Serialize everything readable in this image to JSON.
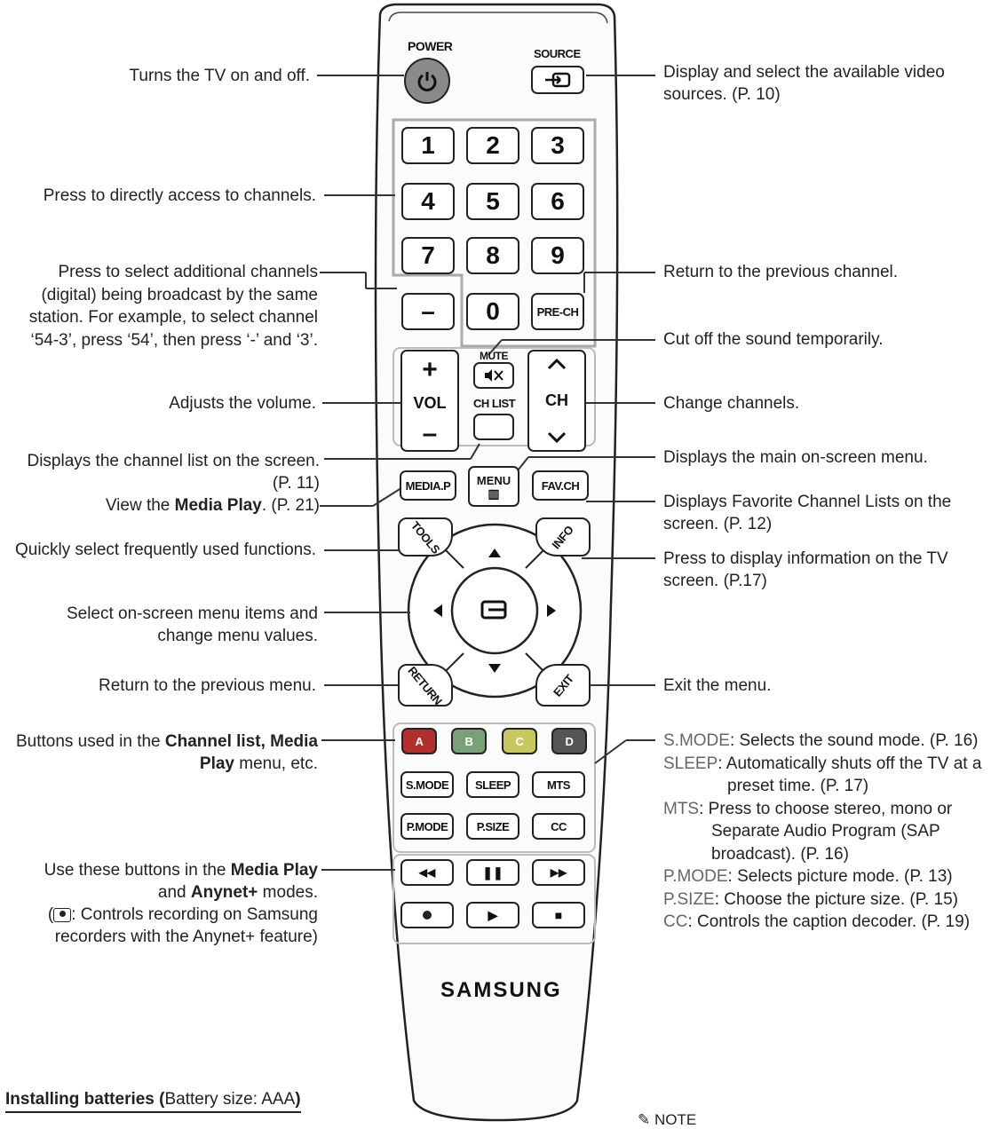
{
  "left_captions": {
    "power": "Turns the TV on and off.",
    "numbers": "Press to directly access to channels.",
    "dash_1": "Press to select additional channels",
    "dash_2": "(digital) being broadcast by the same",
    "dash_3": "station. For example, to select channel",
    "dash_4": "‘54-3’, press ‘54’, then press ‘-’ and ‘3’.",
    "volume": "Adjusts the volume.",
    "chlist_1": "Displays the channel list on the screen.",
    "chlist_2": "(P. 11)",
    "media_pre": "View the ",
    "media_bold": "Media Play",
    "media_post": ". (P. 21)",
    "tools": "Quickly select frequently used functions.",
    "arrows_1": "Select on-screen menu items and",
    "arrows_2": "change menu values.",
    "return": "Return to the previous menu.",
    "color_pre": "Buttons used in the ",
    "color_bold": "Channel list, Media",
    "color_bold2": "Play",
    "color_post": " menu, etc.",
    "play_pre": "Use these buttons in the ",
    "play_bold": "Media Play",
    "play_and": "and ",
    "play_bold2": "Anynet+",
    "play_post": " modes.",
    "rec_1_pre": "(",
    "rec_1_post": ": Controls recording on Samsung",
    "rec_2": "recorders with the Anynet+ feature)"
  },
  "right_captions": {
    "source_1": "Display and select the available video",
    "source_2": "sources. (P. 10)",
    "prech": "Return to the previous channel.",
    "mute": "Cut off the sound temporarily.",
    "channel": "Change channels.",
    "menu": "Displays the main on-screen menu.",
    "favch_1": "Displays Favorite Channel Lists on the",
    "favch_2": "screen. (P. 12)",
    "info_1": "Press to display information on the TV",
    "info_2": "screen. (P.17)",
    "exit": "Exit the menu.",
    "smode_k": "S.MODE",
    "smode_v": ": Selects the sound mode. (P. 16)",
    "sleep_k": "SLEEP",
    "sleep_v1": ": Automatically shuts off the TV at a",
    "sleep_v2": "preset time. (P. 17)",
    "mts_k": "MTS",
    "mts_v1": ": Press to choose stereo, mono or",
    "mts_v2": "Separate Audio Program (SAP",
    "mts_v3": "broadcast). (P. 16)",
    "pmode_k": "P.MODE",
    "pmode_v": ": Selects picture mode. (P. 13)",
    "psize_k": "P.SIZE",
    "psize_v": ": Choose the picture size. (P. 15)",
    "cc_k": "CC",
    "cc_v": ": Controls the caption decoder. (P. 19)"
  },
  "remote": {
    "power_label": "POWER",
    "source_label": "SOURCE",
    "digits": [
      "1",
      "2",
      "3",
      "4",
      "5",
      "6",
      "7",
      "8",
      "9"
    ],
    "dash": "–",
    "zero": "0",
    "prech": "PRE-CH",
    "mute_label": "MUTE",
    "vol_label": "VOL",
    "chlist_label": "CH LIST",
    "ch_label": "CH",
    "mediap": "MEDIA.P",
    "menu_label": "MENU",
    "favch": "FAV.CH",
    "tools_label": "TOOLS",
    "info_label": "INFO",
    "return_label": "RETURN",
    "exit_label": "EXIT",
    "color_a": "A",
    "color_b": "B",
    "color_c": "C",
    "color_d": "D",
    "smode": "S.MODE",
    "sleep": "SLEEP",
    "mts": "MTS",
    "pmode": "P.MODE",
    "psize": "P.SIZE",
    "cc": "CC",
    "brand": "SAMSUNG"
  },
  "footer": {
    "section_title_bold": "Installing batteries (",
    "section_title_plain": "Battery size: AAA",
    "section_title_close": ")",
    "note": "NOTE"
  },
  "colors": {
    "power": "#8a8a8a",
    "red": "#b03030",
    "green": "#7aa07a",
    "yellow": "#c8c860",
    "blue": "#555"
  }
}
